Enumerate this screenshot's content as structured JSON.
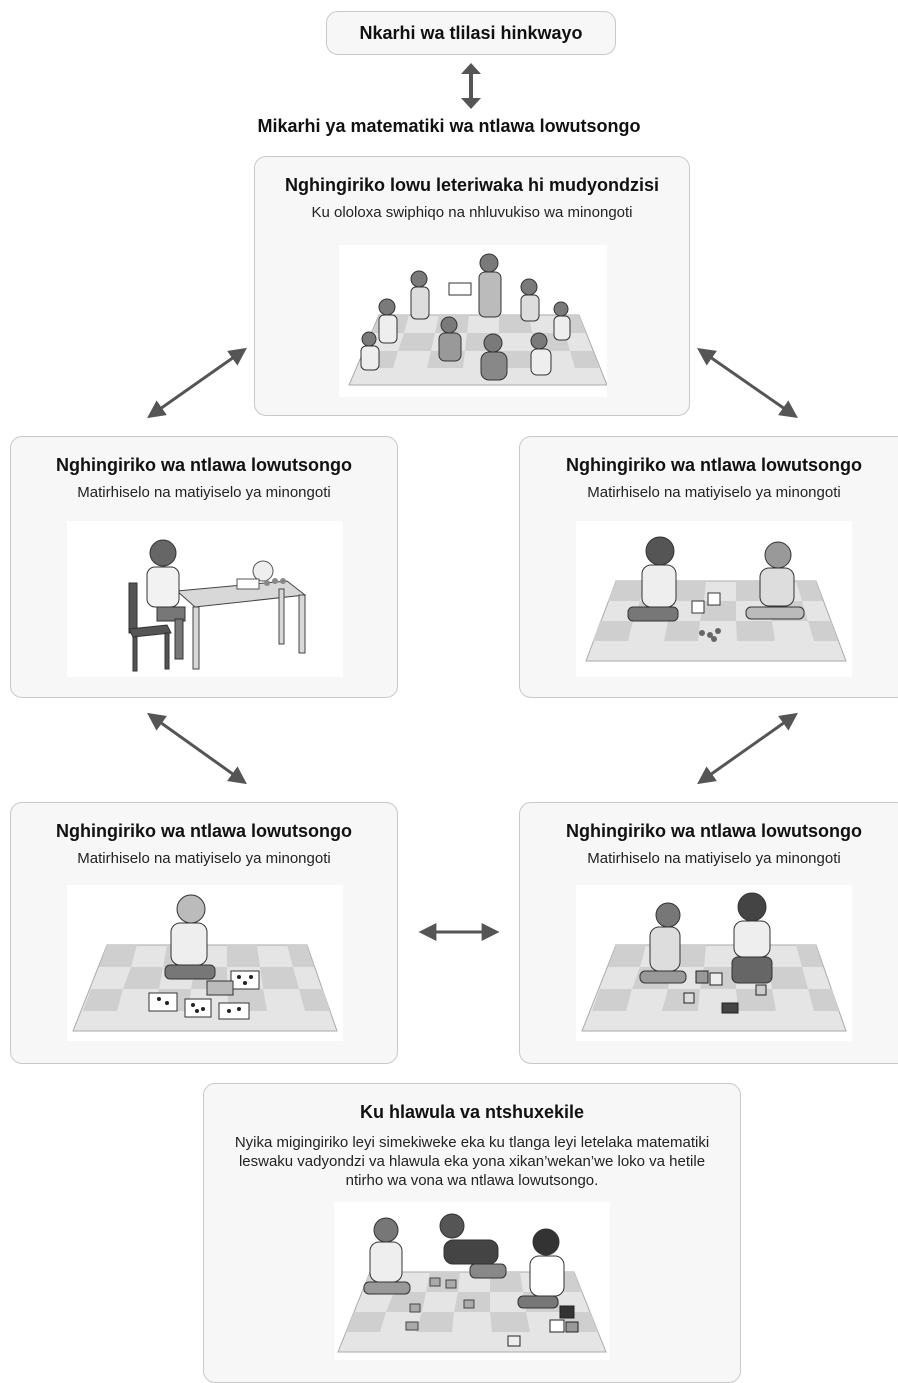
{
  "top_label": "Nkarhi wa tlilasi hinkwayo",
  "heading": "Mikarhi ya matematiki wa ntlawa lowutsongo",
  "teacher_box": {
    "title": "Nghingiriko lowu leteriwaka hi mudyondzisi",
    "subtitle": "Ku ololoxa swiphiqo na nhluvukiso wa minongoti"
  },
  "group_boxes": [
    {
      "title": "Nghingiriko wa ntlawa lowutsongo",
      "subtitle": "Matirhiselo na matiyiselo ya minongoti"
    },
    {
      "title": "Nghingiriko wa ntlawa lowutsongo",
      "subtitle": "Matirhiselo na matiyiselo ya minongoti"
    },
    {
      "title": "Nghingiriko wa ntlawa lowutsongo",
      "subtitle": "Matirhiselo na matiyiselo ya minongoti"
    },
    {
      "title": "Nghingiriko wa ntlawa lowutsongo",
      "subtitle": "Matirhiselo na matiyiselo ya minongoti"
    }
  ],
  "final_box": {
    "title": "Ku hlawula va ntshuxekile",
    "text": "Nyika migingiriko leyi simekiweke eka ku tlanga leyi letelaka matematiki leswaku vadyondzi va hlawula eka yona xikan’wekan’we loko va hetile ntirho wa vona wa ntlawa lowutsongo."
  },
  "illustrations": [
    "teacher-group-illustration",
    "child-at-desk-illustration",
    "two-children-dice-illustration",
    "child-dot-cards-illustration",
    "two-children-blocks-illustration",
    "three-children-play-illustration"
  ]
}
